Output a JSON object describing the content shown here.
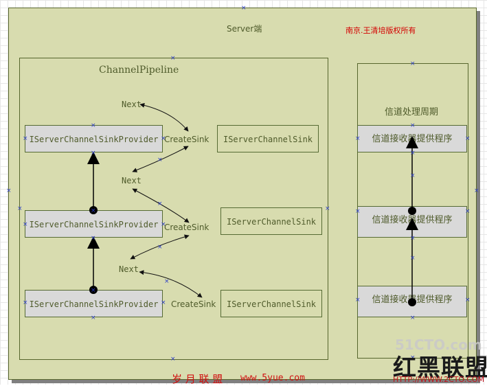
{
  "server_title": "Server端",
  "copyright": "南京.王清培版权所有",
  "pipeline_title": "ChannelPipeline",
  "lifecycle_title": "信道处理周期",
  "providers": [
    "IServerChannelSinkProvider",
    "IServerChannelSinkProvider",
    "IServerChannelSinkProvider"
  ],
  "sinks": [
    "IServerChannelSink",
    "IServerChannelSink",
    "IServerChannelSink"
  ],
  "next_labels": [
    "Next",
    "Next",
    "Next"
  ],
  "create_labels": [
    "CreateSink",
    "CreateSink",
    "CreateSink"
  ],
  "stages": [
    "信道接收器提供程序",
    "信道接收器提供程序",
    "信道接收器提供程序"
  ],
  "watermark": {
    "brand": "51CTO.com",
    "blog": "红黑联盟",
    "url": "HTTP://WWW.2CTO.COM",
    "bottom_text": "岁 月 联 盟",
    "bottom_url": "www.5yue.com"
  },
  "colors": {
    "background": "#d8dcaf",
    "border": "#56652c",
    "text": "#4f5b2b",
    "copyright": "#d40000",
    "handles": "#2a3cc8"
  }
}
